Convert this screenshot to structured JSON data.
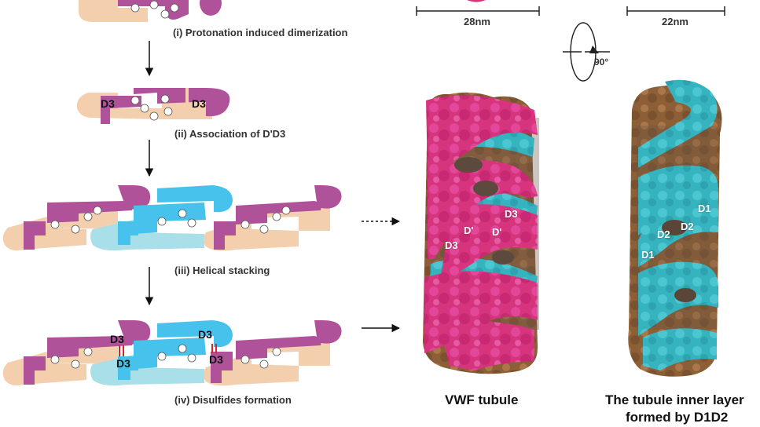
{
  "steps": [
    {
      "label": "(i) Protonation induced dimerization"
    },
    {
      "label": "(ii) Association of D'D3"
    },
    {
      "label": "(iii) Helical stacking"
    },
    {
      "label": "(iv) Disulfides formation"
    }
  ],
  "scale_bars": {
    "left": "28nm",
    "right": "22nm"
  },
  "rotation": {
    "label": "90°"
  },
  "domain_labels": {
    "step2_left": "D3",
    "step2_right": "D3",
    "step4_d3_a": "D3",
    "step4_d3_b": "D3",
    "step4_d3_c": "D3",
    "step4_d3_d": "D3",
    "tubule_d3_top": "D3",
    "tubule_dprime_left": "D'",
    "tubule_dprime_right": "D'",
    "tubule_d3_bottom": "D3",
    "inner_d1_top": "D1",
    "inner_d2_right": "D2",
    "inner_d2_left": "D2",
    "inner_d1_bottom": "D1"
  },
  "titles": {
    "tubule": "VWF tubule",
    "inner_line1": "The tubule inner layer",
    "inner_line2": "formed by D1D2"
  },
  "colors": {
    "peach": "#f4cfae",
    "magenta_dimer": "#b0529a",
    "cyan_dimer": "#47c2ec",
    "light_cyan": "#a9dfe8",
    "tubule_pink": "#d7347e",
    "tubule_cyan": "#35b4c0",
    "tubule_brown": "#9a6a3f",
    "disulfide_red": "#d8232a"
  }
}
